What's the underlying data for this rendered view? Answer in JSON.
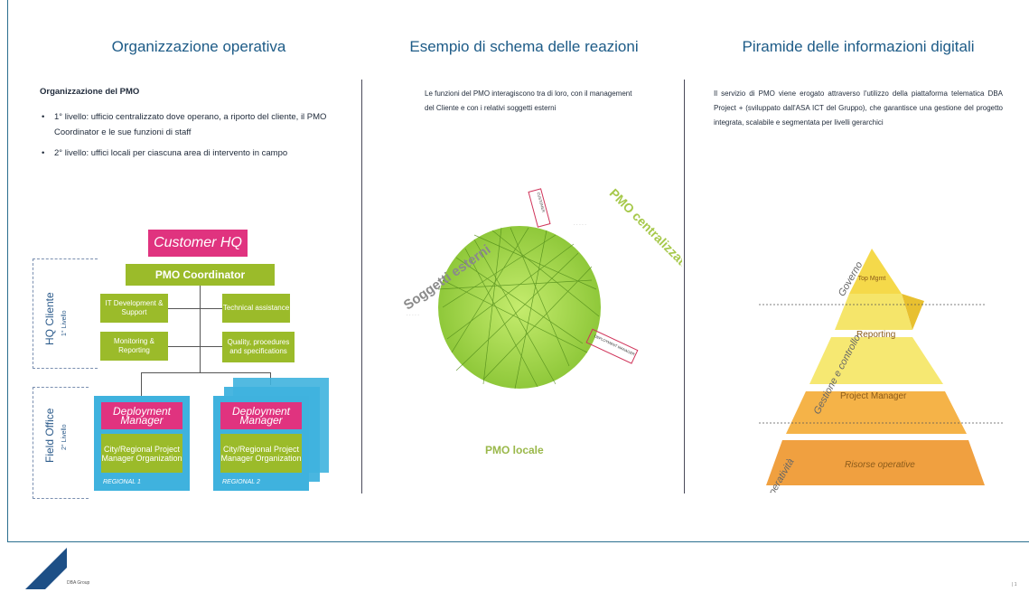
{
  "columns": [
    {
      "title": "Organizzazione operativa",
      "heading": "Organizzazione del PMO",
      "bullets": [
        "1° livello: ufficio centralizzato dove operano, a riporto del cliente, il PMO Coordinator e le sue funzioni di staff",
        "2° livello: uffici locali per ciascuna area di intervento in campo"
      ]
    },
    {
      "title": "Esempio di schema delle reazioni",
      "text": "Le funzioni del PMO interagiscono tra di loro, con il management del Cliente e con i relativi soggetti esterni"
    },
    {
      "title": "Piramide delle informazioni digitali",
      "text": "Il servizio di PMO viene erogato attraverso l'utilizzo della piattaforma telematica DBA Project + (sviluppato dall'ASA ICT del Gruppo), che garantisce una gestione del progetto integrata,   scalabile e segmentata per livelli gerarchici"
    }
  ],
  "org_chart": {
    "customer_hq": "Customer HQ",
    "pmo_coordinator": "PMO Coordinator",
    "hq_cliente": "HQ Cliente",
    "livello1": "1° Livello",
    "field_office": "Field Office",
    "livello2": "2° Livello",
    "staff": [
      "IT Development & Support",
      "Technical assistance",
      "Monitoring & Reporting",
      "Quality, procedures and specifications"
    ],
    "deployment_manager": "Deployment Manager",
    "city_org": "City/Regional Project Manager Organization",
    "regional1": "REGIONAL 1",
    "regional2": "REGIONAL 2"
  },
  "relations_diagram": {
    "soggetti_esterni": "Soggetti esterni",
    "pmo_centralizzato": "PMO centralizzato",
    "pmo_locale": "PMO locale",
    "customer": "CUSTOMER",
    "deployment_manager": "DEPLOYMENT MANAGER",
    "colors": {
      "circle": "#a6d84a",
      "lines": "#5a8f1a",
      "outline_red": "#d0345a"
    }
  },
  "pyramid": {
    "levels": [
      "Top Mgmt",
      "Reporting",
      "Project Manager",
      "Risorse operative"
    ],
    "side_labels": [
      "Governo",
      "Gestione e controllo",
      "Operatività"
    ],
    "colors": [
      "#f5d94a",
      "#f7e56a",
      "#f5b348",
      "#f0a040"
    ]
  },
  "footer": {
    "company": "DBA Group",
    "page": "| 1"
  }
}
